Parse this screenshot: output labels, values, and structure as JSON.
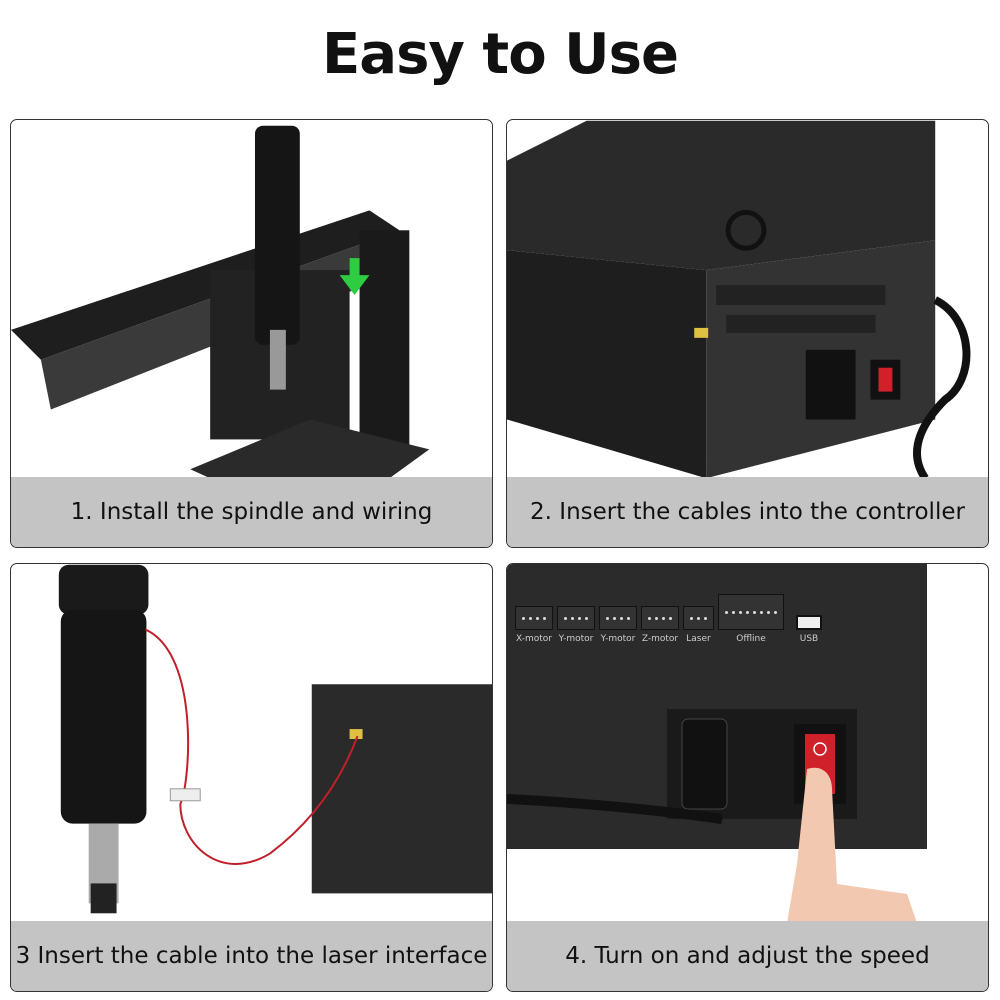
{
  "title": "Easy to Use",
  "steps": [
    {
      "caption": "1. Install the spindle and wiring"
    },
    {
      "caption": "2. Insert the cables into the controller"
    },
    {
      "caption": "3 Insert the cable into the laser interface"
    },
    {
      "caption": "4. Turn on and adjust the speed"
    }
  ],
  "controller_ports": [
    "X-motor",
    "Y-motor",
    "Y-motor",
    "Z-motor",
    "Laser",
    "Offline",
    "USB"
  ],
  "colors": {
    "caption_band": "#c4c4c4",
    "arrow": "#2ecc40",
    "switch": "#d0202a"
  }
}
